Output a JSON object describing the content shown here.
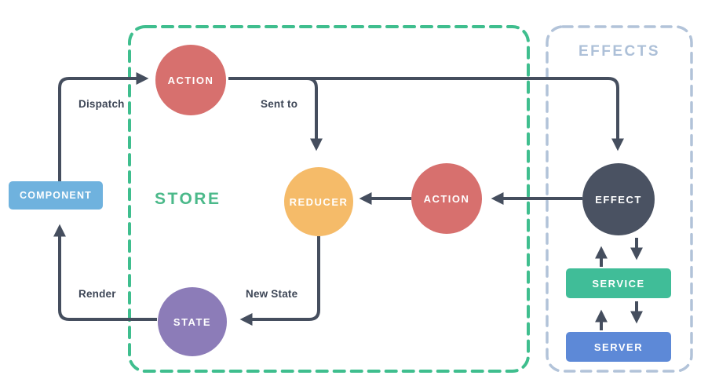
{
  "containers": {
    "store": {
      "label": "STORE"
    },
    "effects": {
      "label": "EFFECTS"
    }
  },
  "nodes": {
    "component": {
      "label": "COMPONENT",
      "color": "#6fb2de"
    },
    "action_top": {
      "label": "ACTION",
      "color": "#d7706e"
    },
    "reducer": {
      "label": "REDUCER",
      "color": "#f5bb69"
    },
    "state": {
      "label": "STATE",
      "color": "#8c7cb8"
    },
    "action_middle": {
      "label": "ACTION",
      "color": "#d7706e"
    },
    "effect": {
      "label": "EFFECT",
      "color": "#4a5262"
    },
    "service": {
      "label": "SERVICE",
      "color": "#40bd98"
    },
    "server": {
      "label": "SERVER",
      "color": "#5d89d7"
    }
  },
  "edge_labels": {
    "dispatch": "Dispatch",
    "sent_to": "Sent to",
    "render": "Render",
    "new_state": "New State"
  },
  "colors": {
    "arrow": "#454e5e",
    "store_border": "#3fbe8e",
    "store_label": "#4bb98a",
    "effects_border": "#b2c3d9",
    "effects_label": "#adc0d8",
    "edge_label_text": "#3d4656",
    "background": "#ffffff"
  }
}
